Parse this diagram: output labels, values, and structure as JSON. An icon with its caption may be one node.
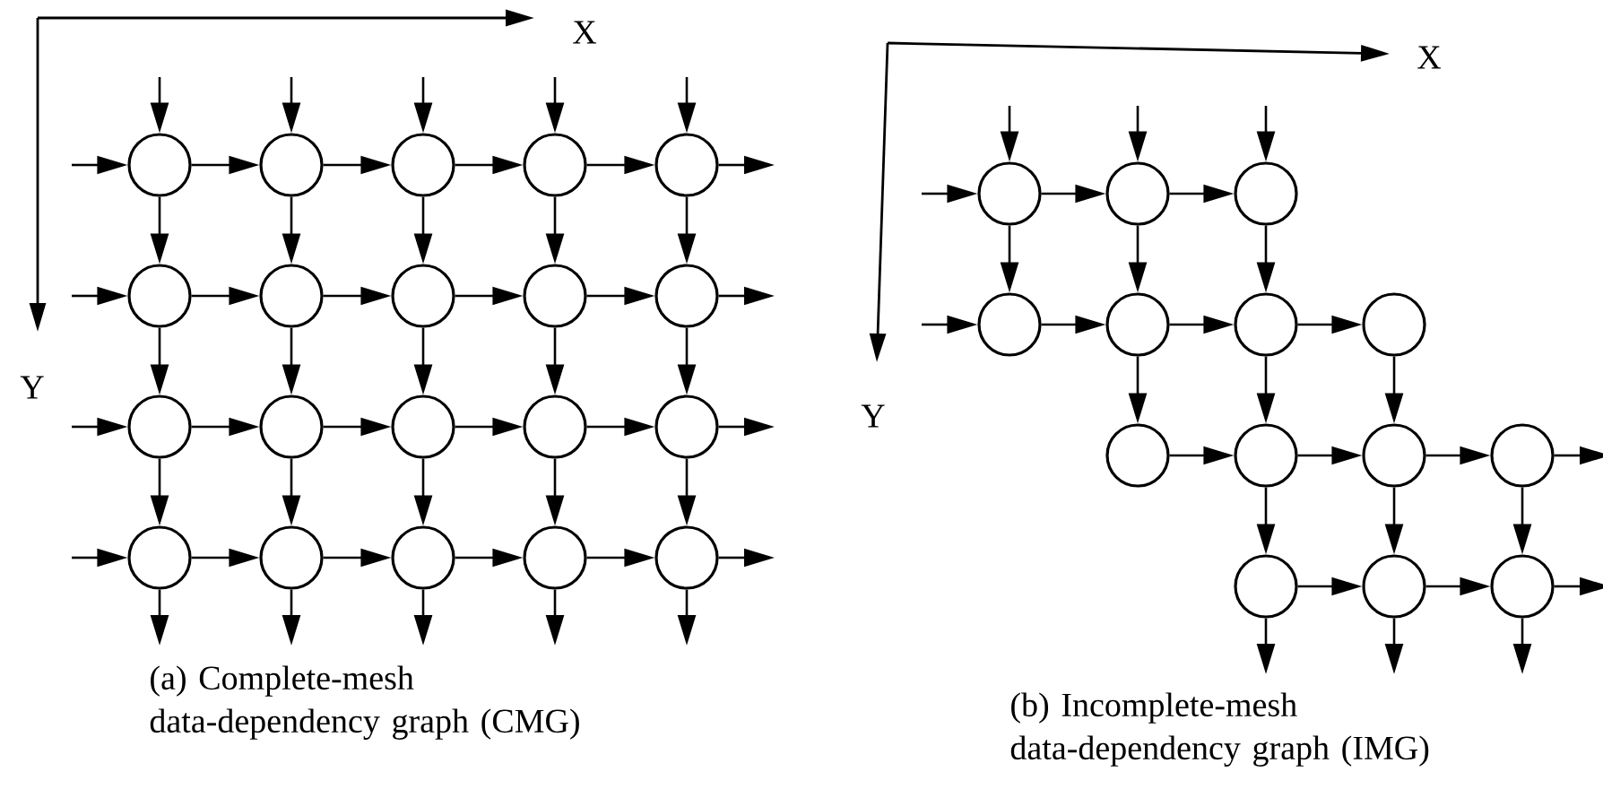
{
  "diagram": {
    "nodes": [
      {
        "text": [],
        "shape": "circle"
      },
      {
        "text": [],
        "shape": "circle"
      },
      {
        "text": [],
        "shape": "circle"
      },
      {
        "text": [],
        "shape": "circle"
      },
      {
        "text": [],
        "shape": "circle"
      },
      {
        "text": [],
        "shape": "circle"
      },
      {
        "text": [],
        "shape": "circle"
      },
      {
        "text": [],
        "shape": "circle"
      },
      {
        "text": [],
        "shape": "circle"
      },
      {
        "text": [],
        "shape": "circle"
      },
      {
        "text": [],
        "shape": "circle"
      },
      {
        "text": [],
        "shape": "circle"
      },
      {
        "text": [],
        "shape": "circle"
      },
      {
        "text": [],
        "shape": "circle"
      },
      {
        "text": [],
        "shape": "circle"
      },
      {
        "text": [],
        "shape": "circle"
      },
      {
        "text": [],
        "shape": "circle"
      },
      {
        "text": [],
        "shape": "circle"
      },
      {
        "text": [],
        "shape": "circle"
      },
      {
        "text": [],
        "shape": "circle"
      },
      {
        "text": [],
        "shape": "circle"
      },
      {
        "text": [],
        "shape": "circle"
      },
      {
        "text": [],
        "shape": "circle"
      },
      {
        "text": [],
        "shape": "circle"
      },
      {
        "text": [],
        "shape": "circle"
      },
      {
        "text": [],
        "shape": "circle"
      },
      {
        "text": [],
        "shape": "circle"
      },
      {
        "text": [],
        "shape": "circle"
      },
      {
        "text": [],
        "shape": "circle"
      },
      {
        "text": [],
        "shape": "circle"
      },
      {
        "text": [],
        "shape": "circle"
      },
      {
        "text": [],
        "shape": "circle"
      },
      {
        "text": [],
        "shape": "circle"
      },
      {
        "text": [],
        "shape": "circle"
      }
    ],
    "edges": [
      {
        "from": null,
        "to": 0,
        "arrow": "to"
      },
      {
        "from": null,
        "to": 1,
        "arrow": "to"
      },
      {
        "from": null,
        "to": 2,
        "arrow": "to"
      },
      {
        "from": null,
        "to": 3,
        "arrow": "to"
      },
      {
        "from": null,
        "to": 4,
        "arrow": "to"
      },
      {
        "from": null,
        "to": 0,
        "arrow": "to"
      },
      {
        "from": 0,
        "to": 1,
        "arrow": "to"
      },
      {
        "from": 1,
        "to": 2,
        "arrow": "to"
      },
      {
        "from": 2,
        "to": 3,
        "arrow": "to"
      },
      {
        "from": 3,
        "to": 4,
        "arrow": "to"
      },
      {
        "from": 4,
        "to": null,
        "arrow": "to"
      },
      {
        "from": null,
        "to": 5,
        "arrow": "to"
      },
      {
        "from": 5,
        "to": 6,
        "arrow": "to"
      },
      {
        "from": 6,
        "to": 7,
        "arrow": "to"
      },
      {
        "from": 7,
        "to": 8,
        "arrow": "to"
      },
      {
        "from": 8,
        "to": 9,
        "arrow": "to"
      },
      {
        "from": 9,
        "to": null,
        "arrow": "to"
      },
      {
        "from": null,
        "to": 10,
        "arrow": "to"
      },
      {
        "from": 10,
        "to": 11,
        "arrow": "to"
      },
      {
        "from": 11,
        "to": 12,
        "arrow": "to"
      },
      {
        "from": 12,
        "to": 13,
        "arrow": "to"
      },
      {
        "from": 13,
        "to": 14,
        "arrow": "to"
      },
      {
        "from": 14,
        "to": null,
        "arrow": "to"
      },
      {
        "from": null,
        "to": 15,
        "arrow": "to"
      },
      {
        "from": 15,
        "to": 16,
        "arrow": "to"
      },
      {
        "from": 16,
        "to": 17,
        "arrow": "to"
      },
      {
        "from": 17,
        "to": 18,
        "arrow": "to"
      },
      {
        "from": 18,
        "to": 19,
        "arrow": "to"
      },
      {
        "from": 19,
        "to": null,
        "arrow": "to"
      },
      {
        "from": 0,
        "to": 5,
        "arrow": "to"
      },
      {
        "from": 1,
        "to": 6,
        "arrow": "to"
      },
      {
        "from": 2,
        "to": 7,
        "arrow": "to"
      },
      {
        "from": 3,
        "to": 8,
        "arrow": "to"
      },
      {
        "from": 4,
        "to": 9,
        "arrow": "to"
      },
      {
        "from": 5,
        "to": 10,
        "arrow": "to"
      },
      {
        "from": 6,
        "to": 11,
        "arrow": "to"
      },
      {
        "from": 7,
        "to": 12,
        "arrow": "to"
      },
      {
        "from": 8,
        "to": 13,
        "arrow": "to"
      },
      {
        "from": 9,
        "to": 14,
        "arrow": "to"
      },
      {
        "from": 10,
        "to": 15,
        "arrow": "to"
      },
      {
        "from": 11,
        "to": 16,
        "arrow": "to"
      },
      {
        "from": 12,
        "to": 17,
        "arrow": "to"
      },
      {
        "from": 13,
        "to": 18,
        "arrow": "to"
      },
      {
        "from": 14,
        "to": 19,
        "arrow": "to"
      },
      {
        "from": 15,
        "to": null,
        "arrow": "to"
      },
      {
        "from": 16,
        "to": null,
        "arrow": "to"
      },
      {
        "from": 17,
        "to": null,
        "arrow": "to"
      },
      {
        "from": 18,
        "to": null,
        "arrow": "to"
      },
      {
        "from": 19,
        "to": null,
        "arrow": "to"
      },
      {
        "from": null,
        "to": 20,
        "arrow": "to"
      },
      {
        "from": null,
        "to": 21,
        "arrow": "to"
      },
      {
        "from": null,
        "to": 22,
        "arrow": "to"
      },
      {
        "from": null,
        "to": 20,
        "arrow": "to"
      },
      {
        "from": 20,
        "to": 21,
        "arrow": "to"
      },
      {
        "from": 21,
        "to": 22,
        "arrow": "to"
      },
      {
        "from": 20,
        "to": 23,
        "arrow": "to"
      },
      {
        "from": 21,
        "to": 24,
        "arrow": "to"
      },
      {
        "from": 22,
        "to": 25,
        "arrow": "to"
      },
      {
        "from": null,
        "to": 23,
        "arrow": "to"
      },
      {
        "from": 23,
        "to": 24,
        "arrow": "to"
      },
      {
        "from": 24,
        "to": 25,
        "arrow": "to"
      },
      {
        "from": 25,
        "to": 26,
        "arrow": "to"
      },
      {
        "from": 24,
        "to": 27,
        "arrow": "to"
      },
      {
        "from": 25,
        "to": 28,
        "arrow": "to"
      },
      {
        "from": 26,
        "to": 29,
        "arrow": "to"
      },
      {
        "from": 27,
        "to": 28,
        "arrow": "to"
      },
      {
        "from": 28,
        "to": 29,
        "arrow": "to"
      },
      {
        "from": 29,
        "to": 30,
        "arrow": "to"
      },
      {
        "from": 30,
        "to": null,
        "arrow": "to"
      },
      {
        "from": 28,
        "to": 31,
        "arrow": "to"
      },
      {
        "from": 29,
        "to": 32,
        "arrow": "to"
      },
      {
        "from": 30,
        "to": 33,
        "arrow": "to"
      },
      {
        "from": 31,
        "to": 32,
        "arrow": "to"
      },
      {
        "from": 32,
        "to": 33,
        "arrow": "to"
      },
      {
        "from": 33,
        "to": null,
        "arrow": "to"
      },
      {
        "from": 31,
        "to": null,
        "arrow": "to"
      },
      {
        "from": 32,
        "to": null,
        "arrow": "to"
      },
      {
        "from": 33,
        "to": null,
        "arrow": "to"
      }
    ],
    "labels": [
      "X",
      "Y",
      "(a) Complete-mesh data-dependency graph (CMG)",
      "X",
      "Y",
      "(b) Incomplete-mesh data-dependency graph (IMG)"
    ]
  }
}
